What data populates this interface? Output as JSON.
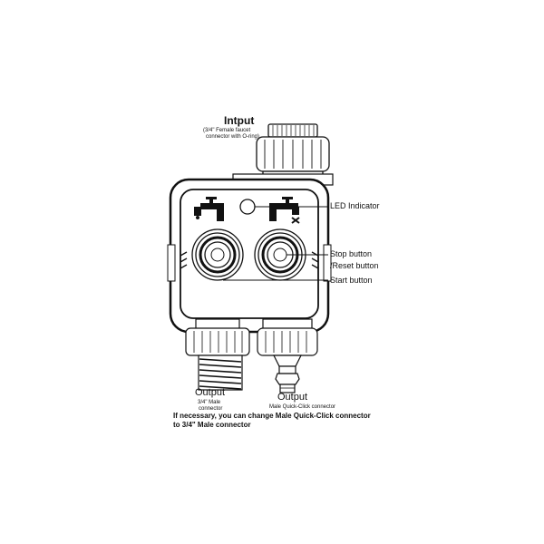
{
  "input": {
    "title": "Intput",
    "desc_line1": "(3/4\" Female faucet",
    "desc_line2": "connector with O-ring)"
  },
  "callouts": {
    "led": "LED Indicator",
    "stop_line1": "Stop button",
    "stop_line2": "/Reset button",
    "start": "Start button"
  },
  "output_left": {
    "title": "Output",
    "desc_line1": "3/4\" Male",
    "desc_line2": "connector"
  },
  "output_right": {
    "title": "Output",
    "desc_line1": "Male Quick-Click connector"
  },
  "note": {
    "line1": "If necessary, you can change Male Quick-Click connector",
    "line2": "to 3/4\" Male connector"
  }
}
